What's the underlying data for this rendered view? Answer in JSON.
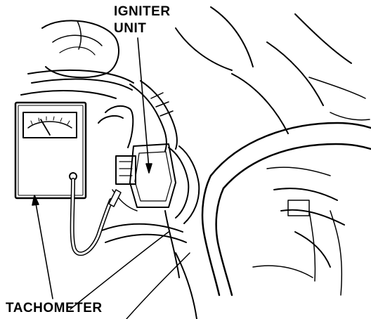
{
  "labels": {
    "igniter_line1": "IGNITER",
    "igniter_line2": "UNIT",
    "tachometer": "TACHOMETER"
  },
  "colors": {
    "ink": "#000000",
    "paper": "#ffffff"
  }
}
